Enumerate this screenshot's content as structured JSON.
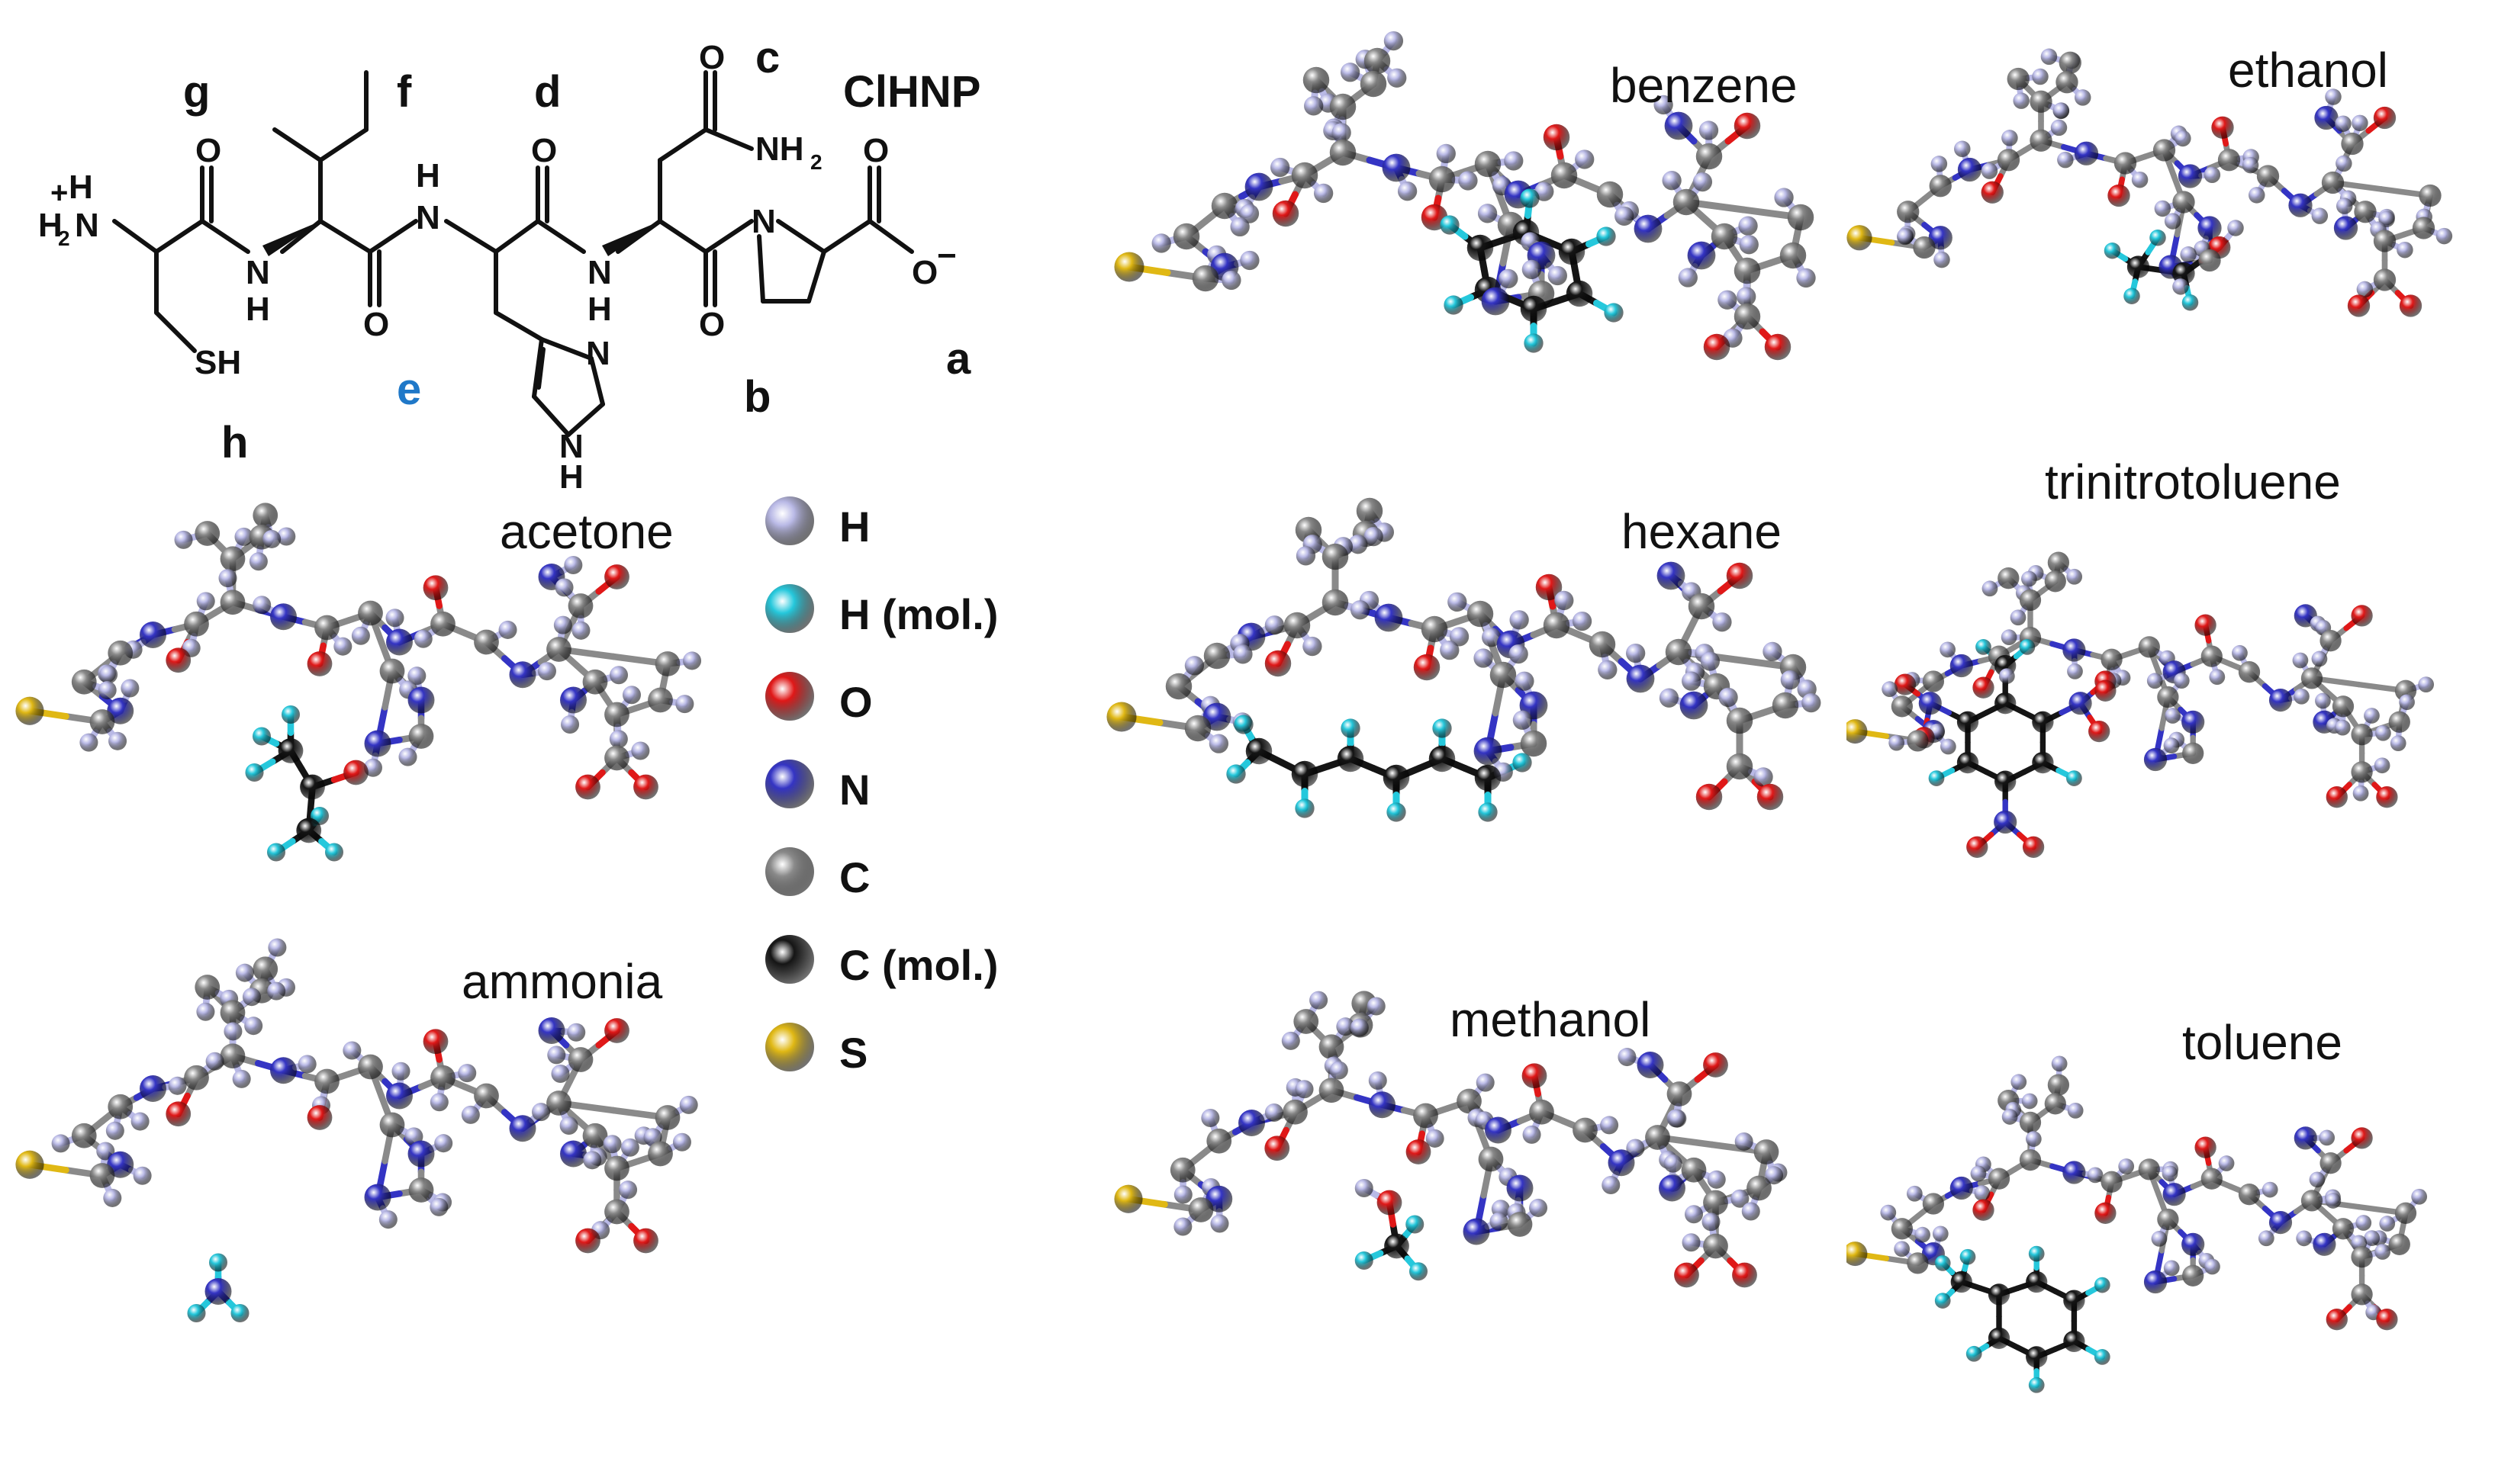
{
  "scheme": {
    "name": "ClHNP",
    "letters": [
      "a",
      "b",
      "c",
      "d",
      "e",
      "f",
      "g",
      "h"
    ],
    "e_color": "#1f78c8",
    "atoms": {
      "h3n": "H",
      "h3n_sub": "2",
      "h3n_N": "N",
      "h3n_plus": "+",
      "h3n_H": "H",
      "nh_left": "N",
      "nh_left_h": "H",
      "nh_top": "H",
      "nh_top_n": "N",
      "nh_right": "N",
      "nh_right_h": "H",
      "pro_n": "N",
      "nh2": "NH",
      "nh2_sub": "2",
      "o1": "O",
      "o2": "O",
      "o3": "O",
      "o4": "O",
      "o5": "O",
      "o6": "O",
      "o_minus": "O",
      "minus": "−",
      "sh": "SH",
      "im_n1": "N",
      "im_n2": "N",
      "im_h": "H"
    }
  },
  "panels": [
    {
      "id": "benzene",
      "title": "benzene"
    },
    {
      "id": "ethanol",
      "title": "ethanol"
    },
    {
      "id": "acetone",
      "title": "acetone"
    },
    {
      "id": "hexane",
      "title": "hexane"
    },
    {
      "id": "trinitrotoluene",
      "title": "trinitrotoluene"
    },
    {
      "id": "ammonia",
      "title": "ammonia"
    },
    {
      "id": "methanol",
      "title": "methanol"
    },
    {
      "id": "toluene",
      "title": "toluene"
    }
  ],
  "legend": [
    {
      "label": "H",
      "color": "#b9b9e6"
    },
    {
      "label": "H (mol.)",
      "color": "#25c8dc"
    },
    {
      "label": "O",
      "color": "#e01818"
    },
    {
      "label": "N",
      "color": "#3434c4"
    },
    {
      "label": "C",
      "color": "#8a8a8a"
    },
    {
      "label": "C (mol.)",
      "color": "#151515"
    },
    {
      "label": "S",
      "color": "#e0b814"
    }
  ],
  "colors": {
    "H": "#b9b9e6",
    "Hm": "#25c8dc",
    "O": "#e01818",
    "N": "#3434c4",
    "C": "#8a8a8a",
    "Cm": "#151515",
    "S": "#e0b814"
  }
}
